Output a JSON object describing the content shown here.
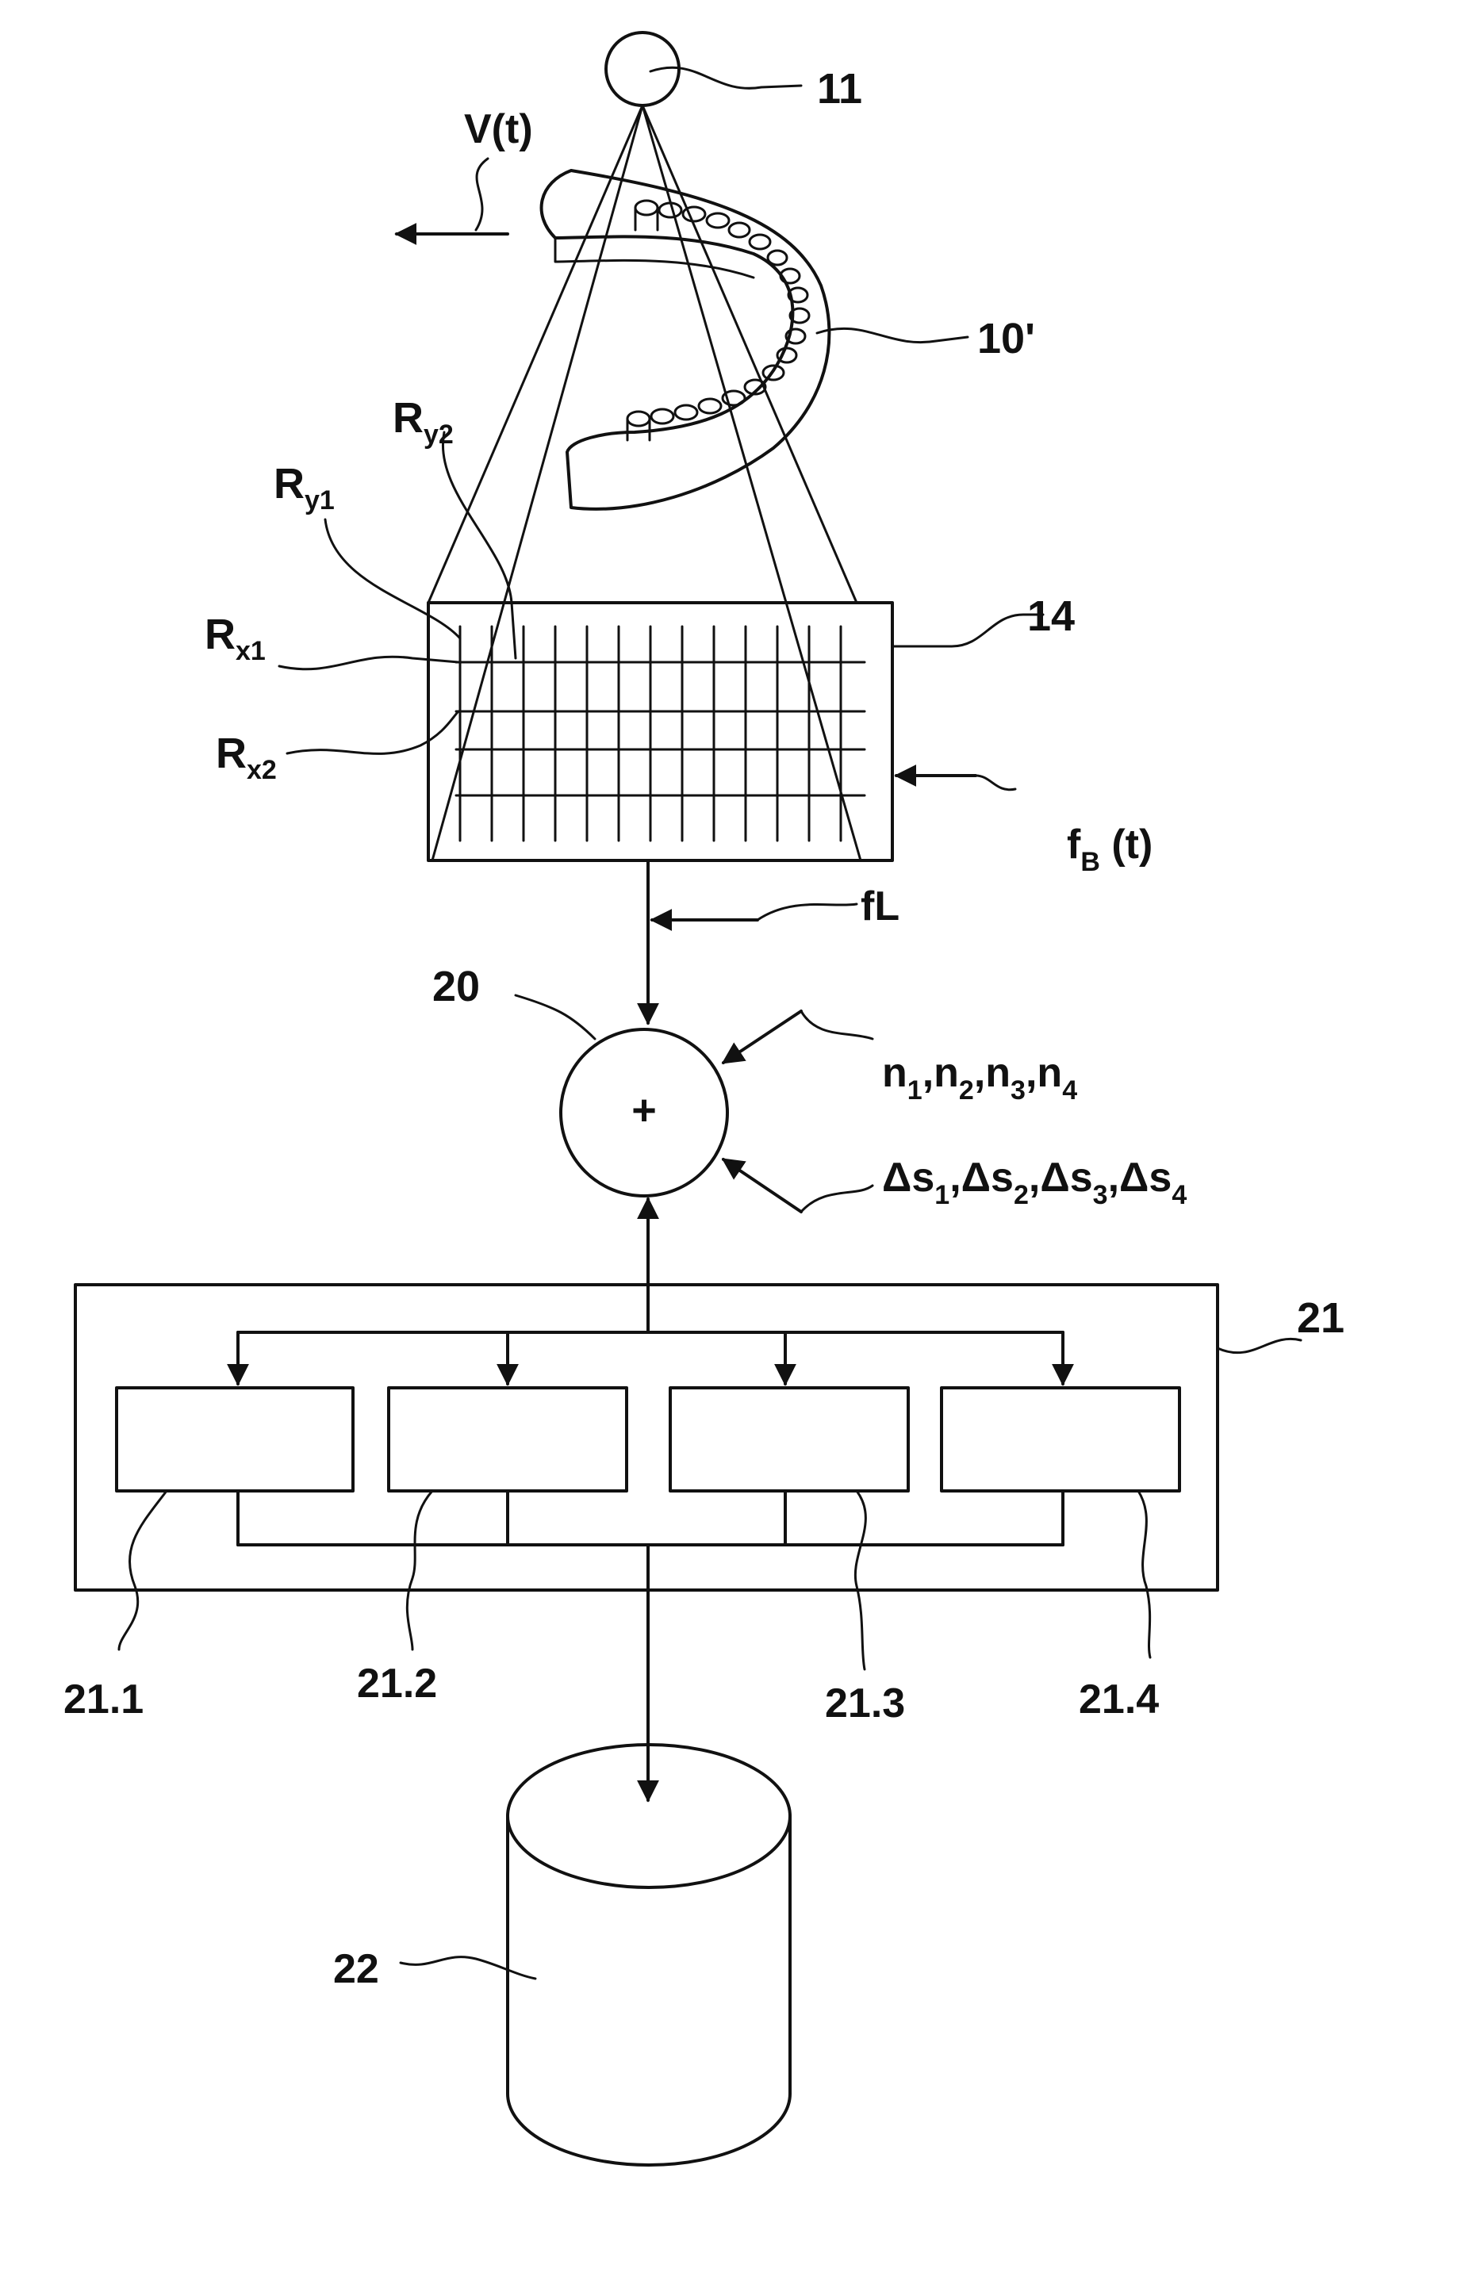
{
  "labels": {
    "source": "11",
    "jaw": "10'",
    "velocity": "V(t)",
    "detector": "14",
    "ry2": {
      "base": "R",
      "sub": "y2"
    },
    "ry1": {
      "base": "R",
      "sub": "y1"
    },
    "rx1": {
      "base": "R",
      "sub": "x1"
    },
    "rx2": {
      "base": "R",
      "sub": "x2"
    },
    "fb": {
      "base": "f",
      "sub": "B",
      "tail": " (t)"
    },
    "fl": "fL",
    "adder_ref": "20",
    "adder_symbol": "+",
    "n_params": {
      "parts": [
        [
          "n",
          "1"
        ],
        [
          "n",
          "2"
        ],
        [
          "n",
          "3"
        ],
        [
          "n",
          "4"
        ]
      ],
      "sep": ","
    },
    "ds_params": {
      "parts": [
        [
          "Δs",
          "1"
        ],
        [
          "Δs",
          "2"
        ],
        [
          "Δs",
          "3"
        ],
        [
          "Δs",
          "4"
        ]
      ],
      "sep": ","
    },
    "unit": "21",
    "sub1": "21.1",
    "sub2": "21.2",
    "sub3": "21.3",
    "sub4": "21.4",
    "storage": "22"
  }
}
